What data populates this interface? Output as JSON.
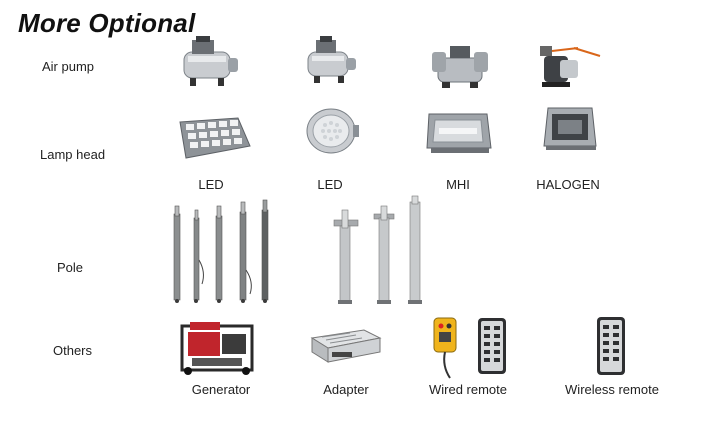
{
  "title": "More Optional",
  "rows": {
    "air_pump": "Air pump",
    "lamp_head": "Lamp head",
    "pole": "Pole",
    "others": "Others"
  },
  "lamp_captions": [
    "LED",
    "LED",
    "MHI",
    "HALOGEN"
  ],
  "other_captions": [
    "Generator",
    "Adapter",
    "Wired remote",
    "Wireless remote"
  ]
}
